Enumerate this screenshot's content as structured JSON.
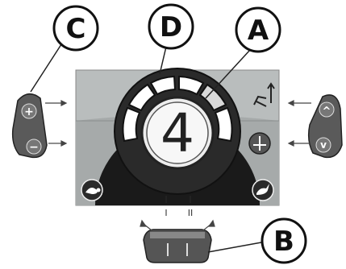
{
  "callouts": {
    "a": "A",
    "b": "B",
    "c": "C",
    "d": "D"
  },
  "display": {
    "gear": "4",
    "tick_labels": [
      "I",
      "II"
    ]
  },
  "controls": {
    "left": {
      "plus_symbol": "+",
      "minus_symbol": "−"
    },
    "right": {
      "up_symbol": "^",
      "down_symbol": "v"
    }
  },
  "colors": {
    "screen_gray": "#b9bdbd",
    "dial_dark": "#1a1a1a",
    "paddle_dark": "#555555"
  }
}
